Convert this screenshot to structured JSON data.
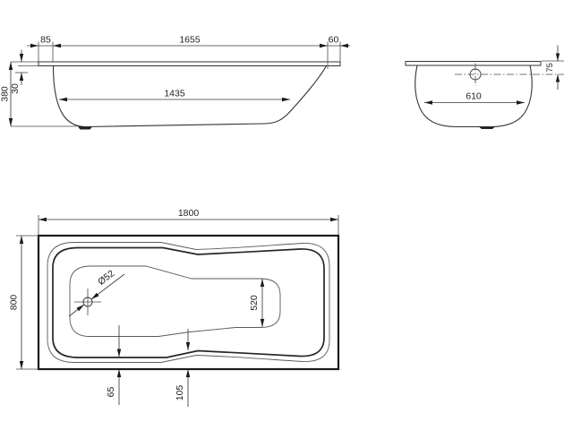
{
  "page": {
    "background": "#ffffff",
    "line_color": "#2b2b2b"
  },
  "side_view": {
    "dim_overhang_left": "85",
    "dim_rim_length": "1655",
    "dim_overhang_right": "60",
    "dim_bottom_length": "1435",
    "dim_height": "380",
    "dim_rim_drop": "30"
  },
  "end_view": {
    "dim_inner_width": "610",
    "dim_overflow_drop": "75"
  },
  "plan_view": {
    "dim_length": "1800",
    "dim_width": "800",
    "dim_drain": "Ø52",
    "dim_foot_width": "520",
    "dim_edge_head": "65",
    "dim_edge_foot": "105"
  }
}
